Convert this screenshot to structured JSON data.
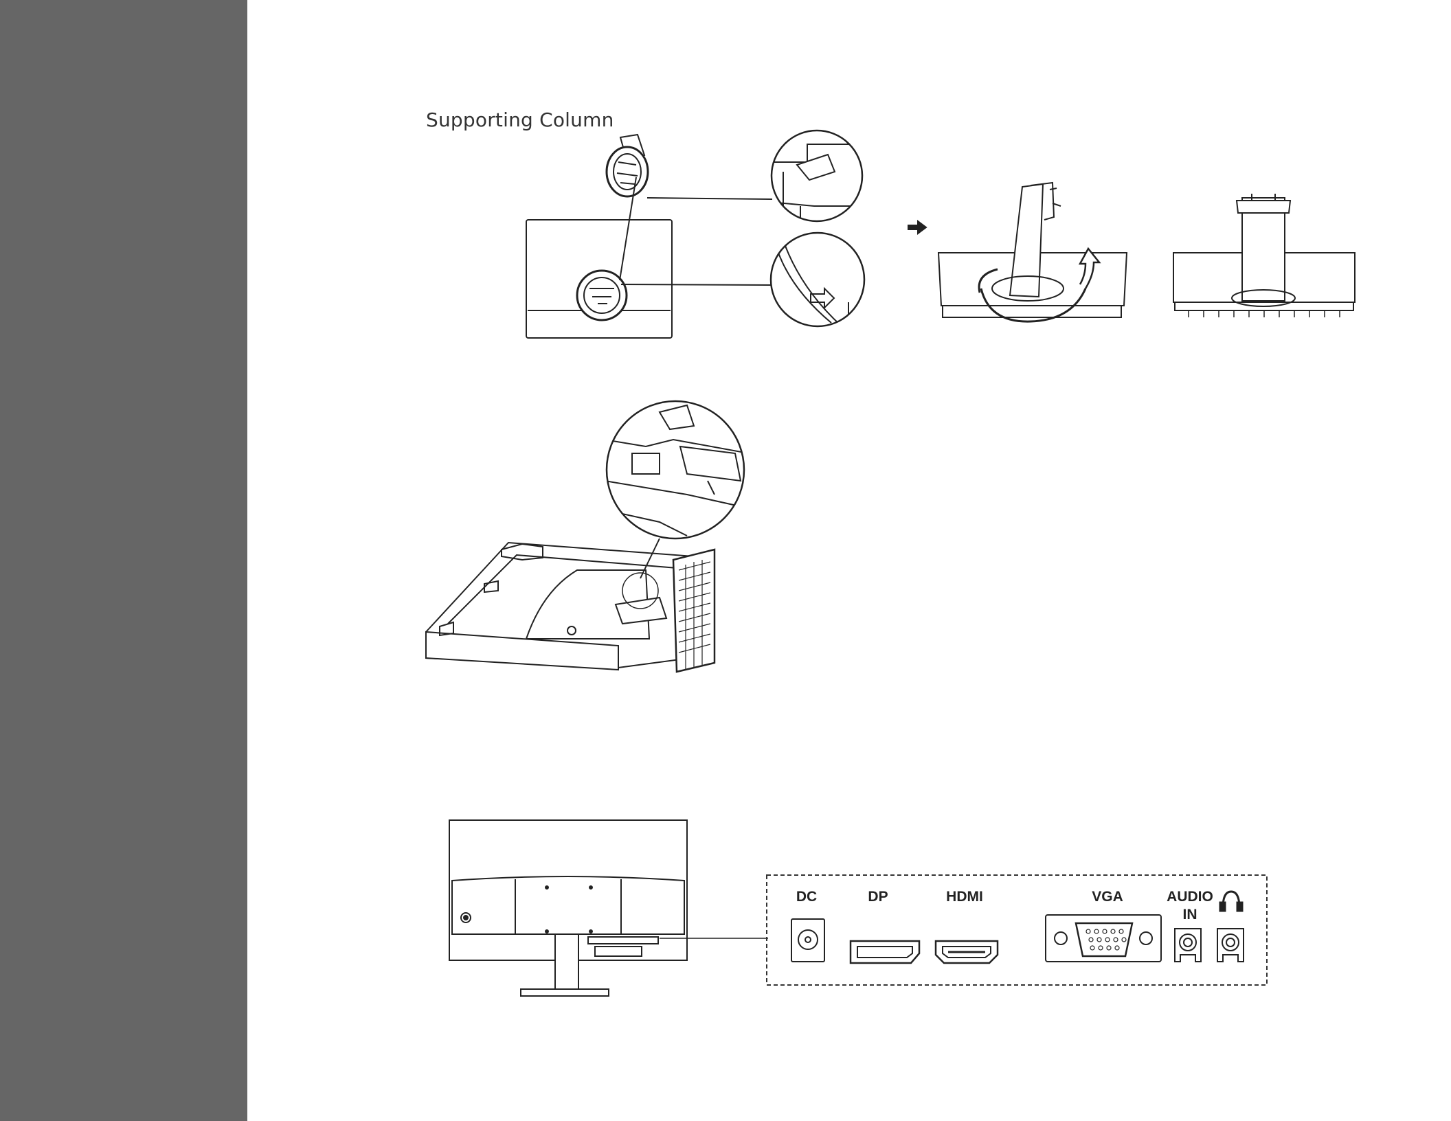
{
  "page": {
    "sidebar_color": "#666666",
    "section_title": "Supporting Column"
  },
  "figures": {
    "step1": {
      "description_icon": "supporting-column-attach-illustration"
    },
    "step2": {
      "description_icon": "base-mount-illustration"
    },
    "ports": {
      "labels": {
        "dc": "DC",
        "dp": "DP",
        "hdmi": "HDMI",
        "vga": "VGA",
        "audio_in_line1": "AUDIO",
        "audio_in_line2": "IN"
      },
      "headphone_icon": "headphone-icon"
    }
  }
}
